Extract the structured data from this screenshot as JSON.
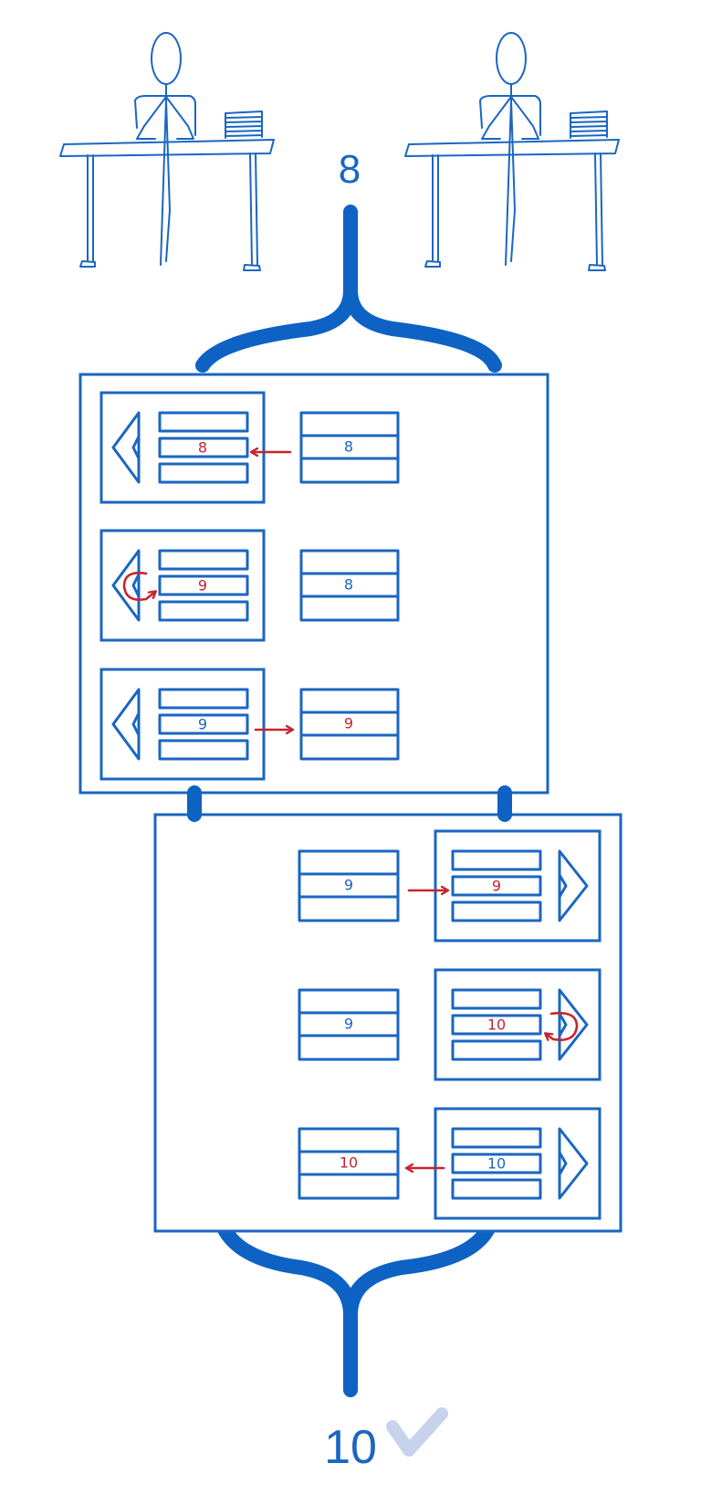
{
  "start_value": "8",
  "end_value": "10",
  "colors": {
    "line": "#1a66c2",
    "pipe": "#0d62c4",
    "change": "#c8242f",
    "check": "#c7d3ec"
  },
  "icons": [
    "person-at-desk-icon",
    "person-at-desk-icon",
    "checkmark-icon"
  ],
  "transaction_1": {
    "steps": [
      {
        "local_value": "8",
        "shared_value": "8",
        "action": "read"
      },
      {
        "local_value": "9",
        "shared_value": "8",
        "action": "increment"
      },
      {
        "local_value": "9",
        "shared_value": "9",
        "action": "write"
      }
    ]
  },
  "transaction_2": {
    "steps": [
      {
        "local_value": "9",
        "shared_value": "9",
        "action": "read"
      },
      {
        "local_value": "10",
        "shared_value": "9",
        "action": "increment"
      },
      {
        "local_value": "10",
        "shared_value": "10",
        "action": "write"
      }
    ]
  }
}
